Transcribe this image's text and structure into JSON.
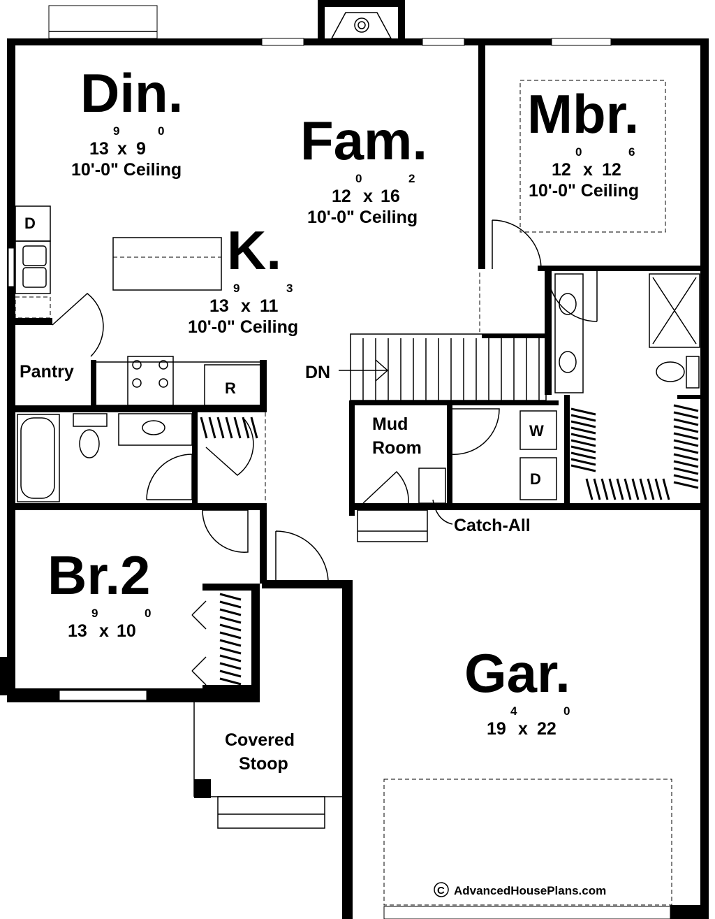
{
  "rooms": {
    "dining": {
      "name": "Din.",
      "w": "13",
      "w_in": "9",
      "d": "9",
      "d_in": "0",
      "ceiling": "10'-0\" Ceiling"
    },
    "family": {
      "name": "Fam.",
      "w": "12",
      "w_in": "0",
      "d": "16",
      "d_in": "2",
      "ceiling": "10'-0\" Ceiling"
    },
    "master": {
      "name": "Mbr.",
      "w": "12",
      "w_in": "0",
      "d": "12",
      "d_in": "6",
      "ceiling": "10'-0\" Ceiling"
    },
    "kitchen": {
      "name": "K.",
      "w": "13",
      "w_in": "9",
      "d": "11",
      "d_in": "3",
      "ceiling": "10'-0\" Ceiling"
    },
    "bedroom2": {
      "name": "Br.2",
      "w": "13",
      "w_in": "9",
      "d": "10",
      "d_in": "0"
    },
    "garage": {
      "name": "Gar.",
      "w": "19",
      "w_in": "4",
      "d": "22",
      "d_in": "0"
    }
  },
  "labels": {
    "pantry": "Pantry",
    "dishwasher": "D",
    "refrigerator": "R",
    "stairs_down": "DN",
    "mud_room_1": "Mud",
    "mud_room_2": "Room",
    "washer": "W",
    "dryer": "D",
    "catch_all": "Catch-All",
    "covered_stoop_1": "Covered",
    "covered_stoop_2": "Stoop",
    "x": "x"
  },
  "copyright": {
    "symbol": "C",
    "text": "AdvancedHousePlans.com"
  }
}
